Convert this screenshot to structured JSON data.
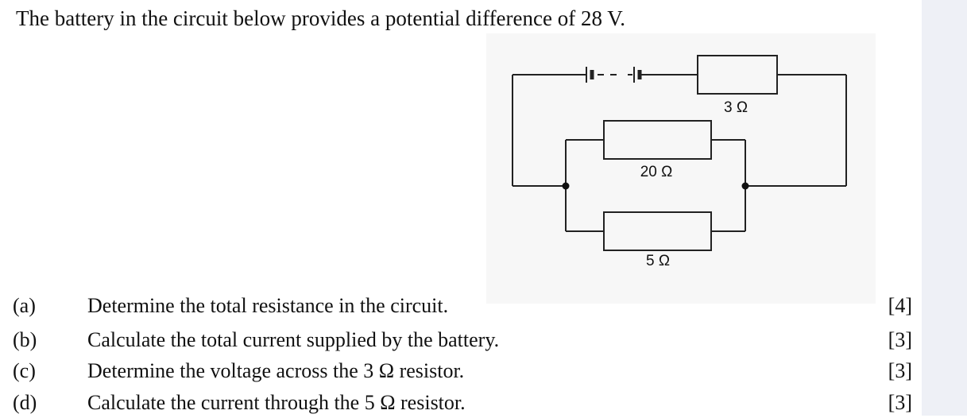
{
  "intro": "The battery in the circuit below provides a potential difference of 28 V.",
  "circuit": {
    "resistors": [
      {
        "label": "3 Ω"
      },
      {
        "label": "20 Ω"
      },
      {
        "label": "5 Ω"
      }
    ]
  },
  "questions": [
    {
      "label": "(a)",
      "text": "Determine the total resistance in the circuit.",
      "marks": "[4]"
    },
    {
      "label": "(b)",
      "text": "Calculate the total current supplied by the battery.",
      "marks": "[3]"
    },
    {
      "label": "(c)",
      "text": "Determine the voltage across the 3 Ω resistor.",
      "marks": "[3]"
    },
    {
      "label": "(d)",
      "text": "Calculate the current through the 5 Ω resistor.",
      "marks": "[3]"
    }
  ]
}
